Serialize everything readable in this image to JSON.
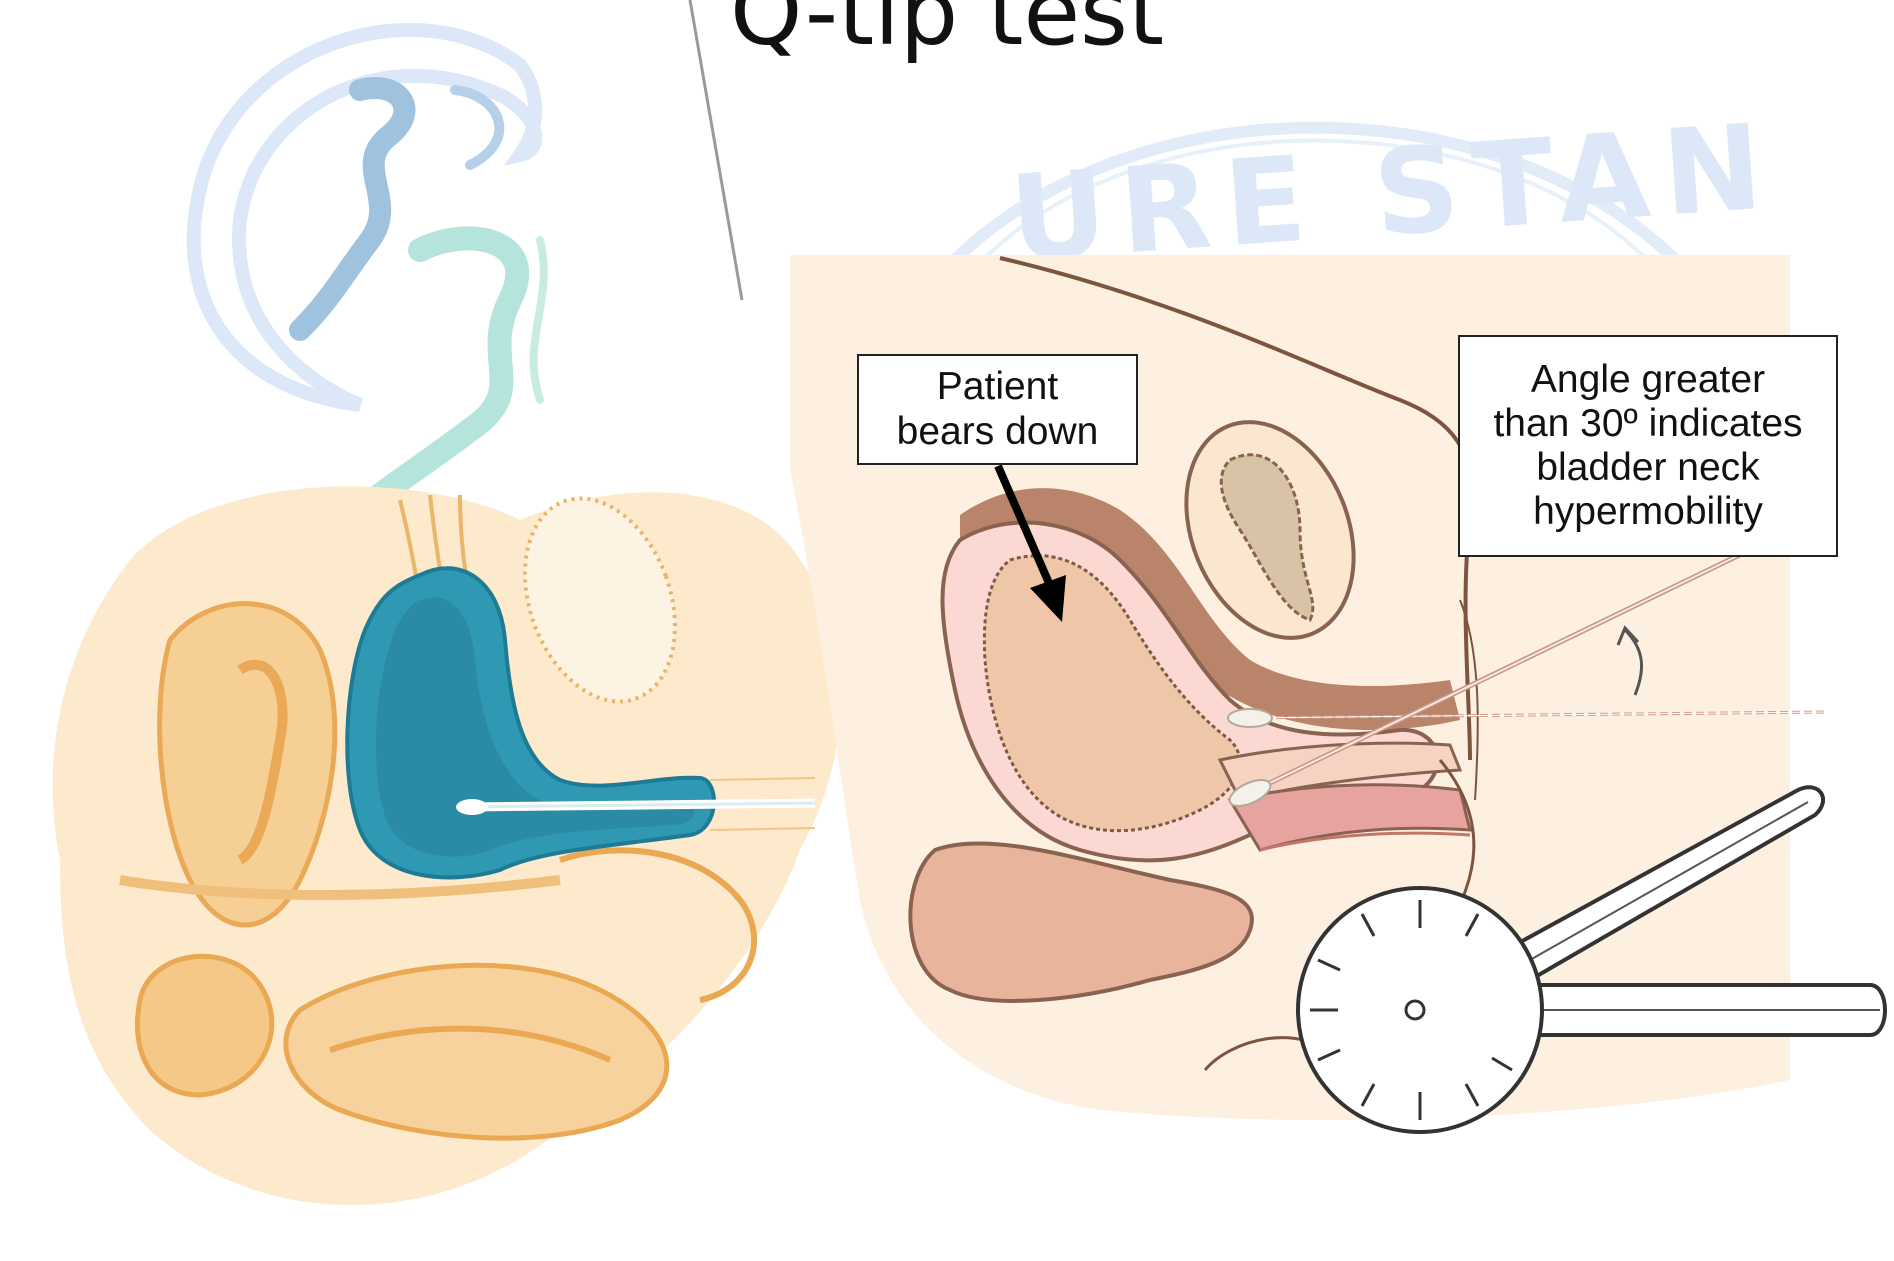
{
  "slide": {
    "title": "Q-tip test"
  },
  "watermark": {
    "text": "URE STAN"
  },
  "callouts": {
    "patient_line1": "Patient",
    "patient_line2": "bears down",
    "angle_line1": "Angle greater",
    "angle_line2": "than 30º indicates",
    "angle_line3": "bladder neck",
    "angle_line4": "hypermobility"
  },
  "colors": {
    "left_anatomy": "#f2b765",
    "bladder": "#2f98b3",
    "right_background": "#fcebd8",
    "bladder_right": "#efc7a8",
    "protractor": "#ffffff"
  }
}
